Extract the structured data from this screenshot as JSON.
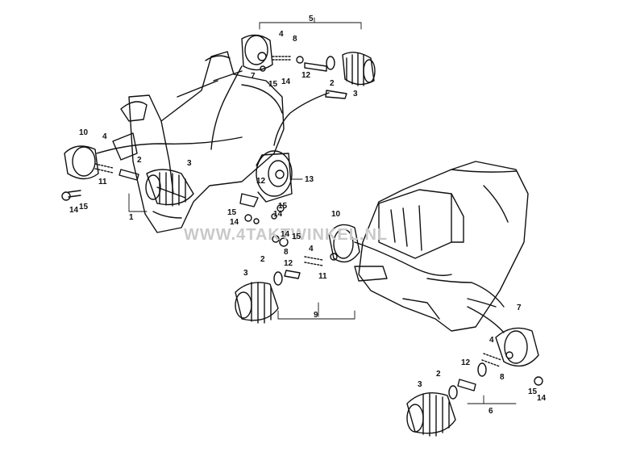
{
  "watermark": "WWW.4TAKTWINKEL.NL",
  "callouts": {
    "a5": "5",
    "a4": "4",
    "a8": "8",
    "a7": "7",
    "a15": "15",
    "a14": "14",
    "a12": "12",
    "a2": "2",
    "a3": "3",
    "b10": "10",
    "b4": "4",
    "b2": "2",
    "b3": "3",
    "b11": "11",
    "b14": "14",
    "b15": "15",
    "b1": "1",
    "c13": "13",
    "c12": "12",
    "c15a": "15",
    "c14a": "14",
    "c15b": "15",
    "c14b": "14",
    "d10": "10",
    "d14": "14",
    "d15": "15",
    "d8": "8",
    "d12": "12",
    "d4": "4",
    "d11": "11",
    "d2": "2",
    "d3": "3",
    "d9": "9",
    "e7": "7",
    "e4": "4",
    "e12": "12",
    "e2": "2",
    "e3": "3",
    "e8": "8",
    "e15": "15",
    "e14": "14",
    "e6": "6"
  }
}
